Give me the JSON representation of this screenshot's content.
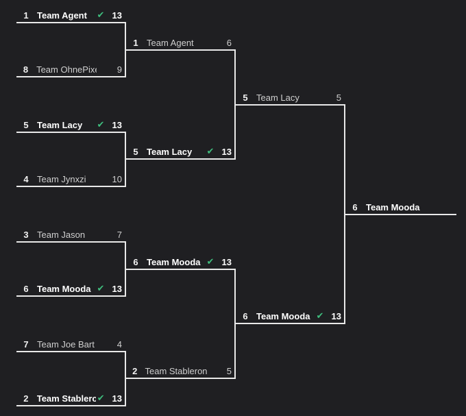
{
  "bracket": {
    "round1": [
      {
        "seed": "1",
        "name": "Team Agent",
        "score": "13",
        "winner": true
      },
      {
        "seed": "8",
        "name": "Team OhnePixel",
        "score": "9",
        "winner": false
      },
      {
        "seed": "5",
        "name": "Team Lacy",
        "score": "13",
        "winner": true
      },
      {
        "seed": "4",
        "name": "Team Jynxzi",
        "score": "10",
        "winner": false
      },
      {
        "seed": "3",
        "name": "Team Jason",
        "score": "7",
        "winner": false
      },
      {
        "seed": "6",
        "name": "Team Mooda",
        "score": "13",
        "winner": true
      },
      {
        "seed": "7",
        "name": "Team Joe Bart",
        "score": "4",
        "winner": false
      },
      {
        "seed": "2",
        "name": "Team Stablero",
        "score": "13",
        "winner": true
      }
    ],
    "round2": [
      {
        "seed": "1",
        "name": "Team Agent",
        "score": "6",
        "winner": false
      },
      {
        "seed": "5",
        "name": "Team Lacy",
        "score": "13",
        "winner": true
      },
      {
        "seed": "6",
        "name": "Team Mooda",
        "score": "13",
        "winner": true
      },
      {
        "seed": "2",
        "name": "Team Stableronaldo",
        "score": "5",
        "winner": false
      }
    ],
    "round3": [
      {
        "seed": "5",
        "name": "Team Lacy",
        "score": "5",
        "winner": false
      },
      {
        "seed": "6",
        "name": "Team Mooda",
        "score": "13",
        "winner": true
      }
    ],
    "final": {
      "seed": "6",
      "name": "Team Mooda",
      "score": "",
      "winner": true
    },
    "check_icon": "check-icon",
    "accent_color": "#3fbf7f"
  }
}
